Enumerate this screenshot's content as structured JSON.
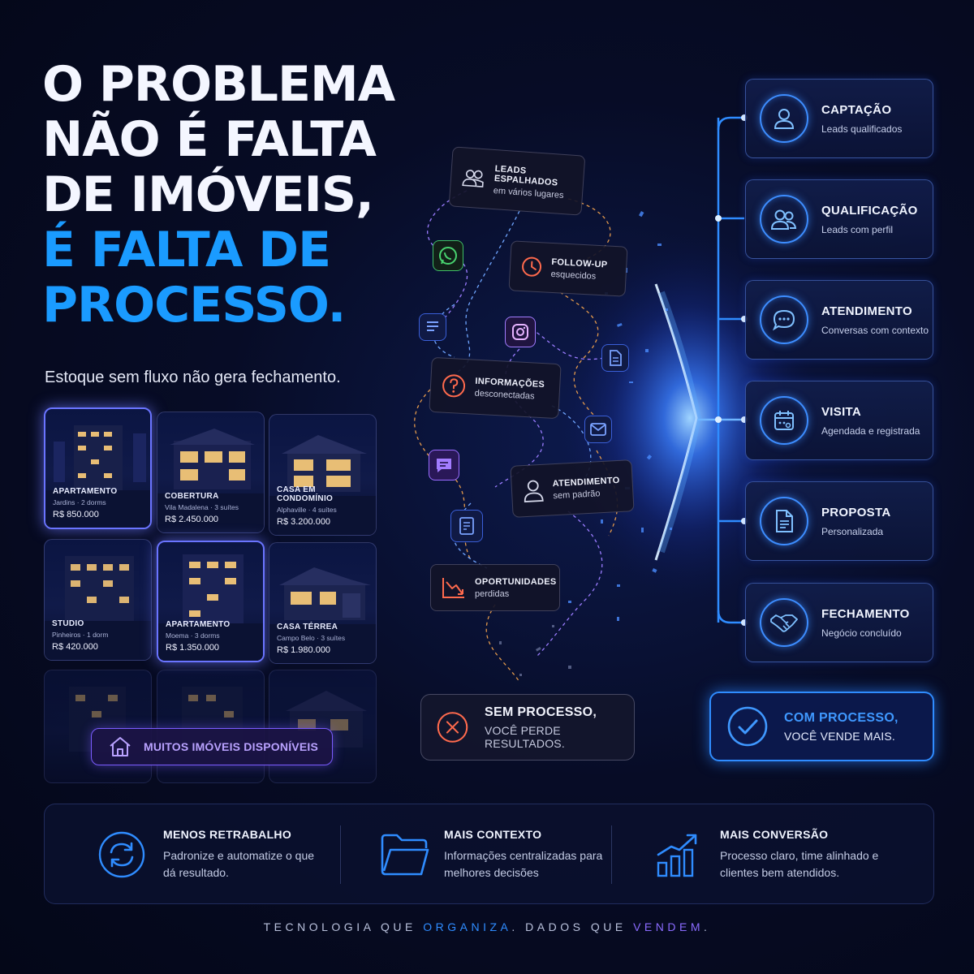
{
  "headline": {
    "lines": [
      "O PROBLEMA",
      "NÃO É FALTA",
      "DE IMÓVEIS,",
      "É FALTA DE",
      "PROCESSO."
    ],
    "highlight_color": "#1a9bff"
  },
  "subtitle": "Estoque sem fluxo não gera fechamento.",
  "properties": [
    {
      "type": "APARTAMENTO",
      "sub": "Jardins · 2 dorms",
      "price": "R$ 850.000"
    },
    {
      "type": "COBERTURA",
      "sub": "Vila Madalena · 3 suítes",
      "price": "R$ 2.450.000"
    },
    {
      "type": "CASA EM CONDOMÍNIO",
      "sub": "Alphaville · 4 suítes",
      "price": "R$ 3.200.000"
    },
    {
      "type": "STUDIO",
      "sub": "Pinheiros · 1 dorm",
      "price": "R$ 420.000"
    },
    {
      "type": "APARTAMENTO",
      "sub": "Moema · 3 dorms",
      "price": "R$ 1.350.000"
    },
    {
      "type": "CASA TÉRREA",
      "sub": "Campo Belo · 3 suítes",
      "price": "R$ 1.980.000"
    }
  ],
  "inventory_badge": {
    "label": "MUITOS IMÓVEIS DISPONÍVEIS",
    "icon": "house-icon",
    "color": "#7b5cff"
  },
  "chaos": {
    "leads": {
      "title": "LEADS ESPALHADOS",
      "sub": "em vários lugares"
    },
    "followup": {
      "title": "FOLLOW-UP",
      "sub": "esquecidos"
    },
    "info": {
      "title": "INFORMAÇÕES",
      "sub": "desconectadas"
    },
    "atendimento": {
      "title": "ATENDIMENTO",
      "sub": "sem padrão"
    },
    "oportunidades": {
      "title": "OPORTUNIDADES",
      "sub": "perdidas"
    },
    "accent_color": "#ff6a4d"
  },
  "pipeline": [
    {
      "title": "CAPTAÇÃO",
      "sub": "Leads qualificados",
      "icon": "user-icon"
    },
    {
      "title": "QUALIFICAÇÃO",
      "sub": "Leads com perfil",
      "icon": "users-icon"
    },
    {
      "title": "ATENDIMENTO",
      "sub": "Conversas com contexto",
      "icon": "chat-icon"
    },
    {
      "title": "VISITA",
      "sub": "Agendada e registrada",
      "icon": "calendar-icon"
    },
    {
      "title": "PROPOSTA",
      "sub": "Personalizada",
      "icon": "document-icon"
    },
    {
      "title": "FECHAMENTO",
      "sub": "Negócio concluído",
      "icon": "handshake-icon"
    }
  ],
  "results": {
    "sem": {
      "title": "SEM PROCESSO,",
      "sub": "VOCÊ PERDE RESULTADOS."
    },
    "com": {
      "title": "COM PROCESSO,",
      "sub": "VOCÊ VENDE MAIS."
    },
    "accent_color": "#2f8cff"
  },
  "benefits": [
    {
      "title": "MENOS RETRABALHO",
      "text": "Padronize e automatize o que dá resultado.",
      "icon": "refresh-icon"
    },
    {
      "title": "MAIS CONTEXTO",
      "text": "Informações centralizadas para melhores decisões",
      "icon": "folder-icon"
    },
    {
      "title": "MAIS CONVERSÃO",
      "text": "Processo claro, time alinhado e clientes bem atendidos.",
      "icon": "growth-chart-icon"
    }
  ],
  "tagline": {
    "p1": "TECNOLOGIA QUE ",
    "h1": "ORGANIZA",
    "p2": ". DADOS QUE ",
    "h2": "VENDEM",
    "p3": "."
  }
}
